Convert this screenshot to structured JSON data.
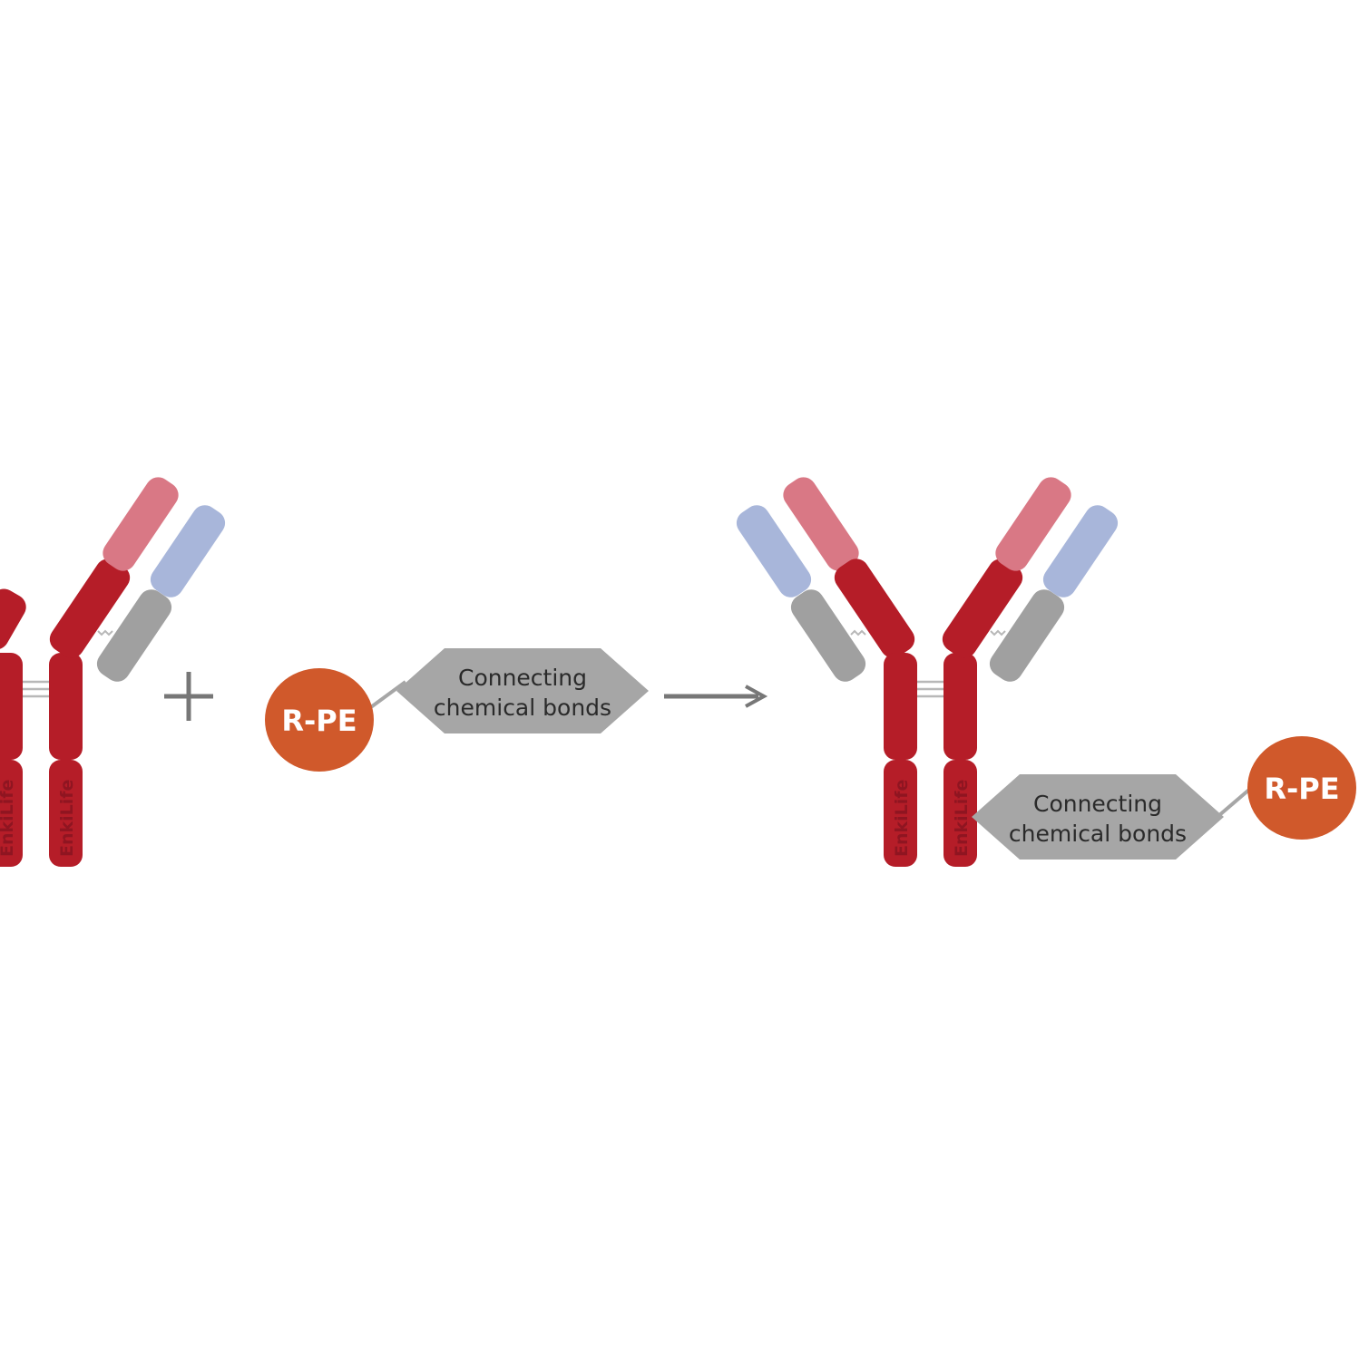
{
  "colors": {
    "heavy": "#b51d28",
    "heavy_light": "#d97885",
    "light_gray": "#a0a0a0",
    "light_blue": "#a8b6da",
    "rpe": "#d0592b",
    "linker": "#a6a6a6",
    "operator": "#777777",
    "watermark": "#8f1521"
  },
  "diagram": {
    "left_antibody": {
      "watermark": "EnkiLife"
    },
    "plus_sign": "+",
    "left_conjugate": {
      "dye_label": "R-PE",
      "linker_lines": [
        "Connecting",
        "chemical bonds"
      ]
    },
    "arrow": "right-arrow-icon",
    "product": {
      "watermark": "EnkiLife",
      "dye_label": "R-PE",
      "linker_lines": [
        "Connecting",
        "chemical bonds"
      ]
    }
  }
}
